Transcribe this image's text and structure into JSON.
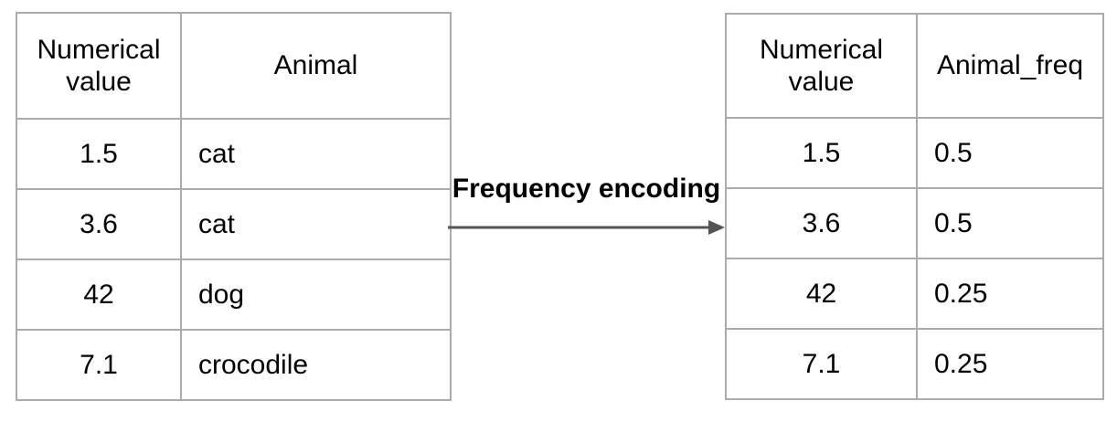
{
  "arrow_label": "Frequency encoding",
  "left_table": {
    "headers": [
      "Numerical value",
      "Animal"
    ],
    "rows": [
      [
        "1.5",
        "cat"
      ],
      [
        "3.6",
        "cat"
      ],
      [
        "42",
        "dog"
      ],
      [
        "7.1",
        "crocodile"
      ]
    ]
  },
  "right_table": {
    "headers": [
      "Numerical value",
      "Animal_freq"
    ],
    "rows": [
      [
        "1.5",
        "0.5"
      ],
      [
        "3.6",
        "0.5"
      ],
      [
        "42",
        "0.25"
      ],
      [
        "7.1",
        "0.25"
      ]
    ]
  },
  "colors": {
    "table_border": "#ababab",
    "arrow": "#545454",
    "text": "#000000",
    "background": "#ffffff"
  }
}
